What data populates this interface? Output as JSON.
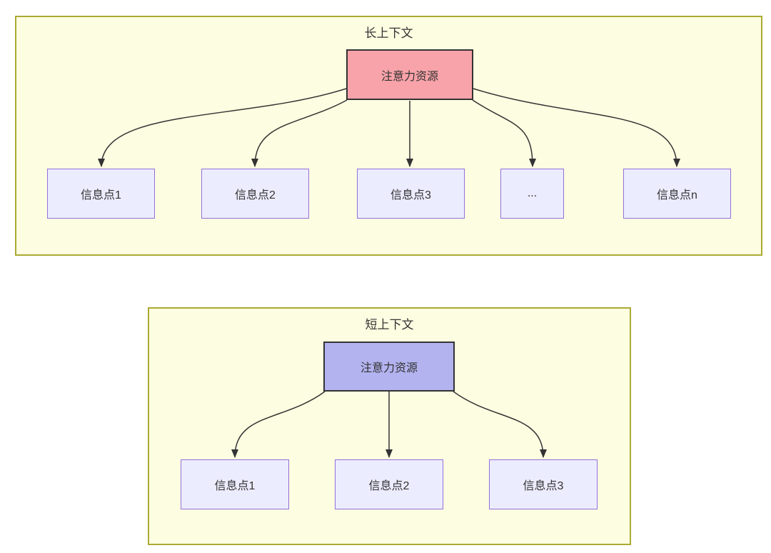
{
  "colors": {
    "page_background": "#ffffff",
    "subgraph_fill": "#fdfde1",
    "subgraph_border": "#aaaa33",
    "long_root_fill": "#f8a3a9",
    "short_root_fill": "#b3b3f0",
    "info_node_fill": "#ececff",
    "info_node_border": "#9370db",
    "node_border_dark": "#333333",
    "arrow_color": "#333333",
    "text_color": "#333333"
  },
  "diagram": {
    "long": {
      "title": "长上下文",
      "root_label": "注意力资源",
      "children": [
        "信息点1",
        "信息点2",
        "信息点3",
        "...",
        "信息点n"
      ]
    },
    "short": {
      "title": "短上下文",
      "root_label": "注意力资源",
      "children": [
        "信息点1",
        "信息点2",
        "信息点3"
      ]
    }
  }
}
